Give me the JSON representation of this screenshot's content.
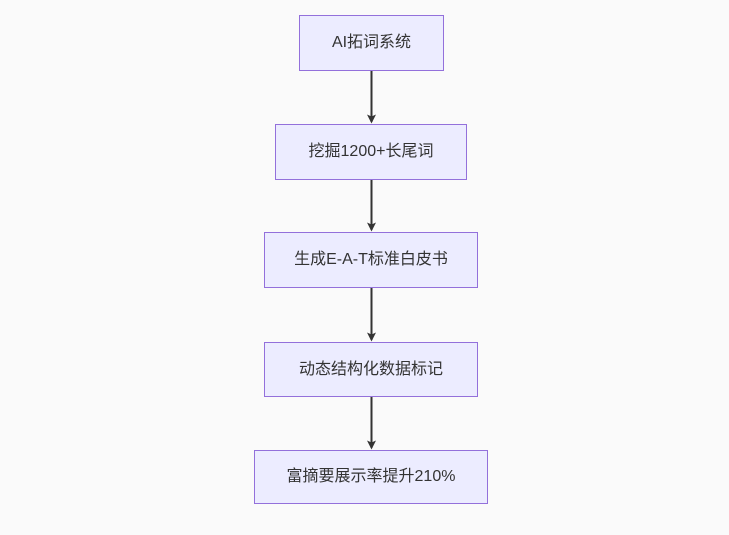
{
  "diagram": {
    "type": "flowchart-top-down",
    "nodes": [
      {
        "id": "A",
        "label": "AI拓词系统"
      },
      {
        "id": "B",
        "label": "挖掘1200+长尾词"
      },
      {
        "id": "C",
        "label": "生成E-A-T标准白皮书"
      },
      {
        "id": "D",
        "label": "动态结构化数据标记"
      },
      {
        "id": "E",
        "label": "富摘要展示率提升210%"
      }
    ],
    "edges": [
      {
        "from": "A",
        "to": "B"
      },
      {
        "from": "B",
        "to": "C"
      },
      {
        "from": "C",
        "to": "D"
      },
      {
        "from": "D",
        "to": "E"
      }
    ],
    "colors": {
      "node_fill": "#ECECFF",
      "node_border": "#9370DB",
      "node_text": "#333333",
      "arrow": "#333333",
      "background": "#FAFAFA"
    }
  }
}
